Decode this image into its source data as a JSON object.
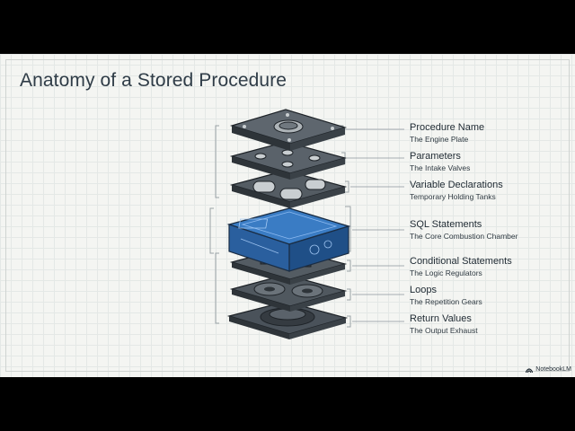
{
  "title": "Anatomy of a Stored Procedure",
  "components": [
    {
      "name": "Procedure Name",
      "sub": "The Engine Plate"
    },
    {
      "name": "Parameters",
      "sub": "The Intake Valves"
    },
    {
      "name": "Variable Declarations",
      "sub": "Temporary Holding Tanks"
    },
    {
      "name": "SQL Statements",
      "sub": "The Core Combustion Chamber"
    },
    {
      "name": "Conditional Statements",
      "sub": "The Logic Regulators"
    },
    {
      "name": "Loops",
      "sub": "The Repetition Gears"
    },
    {
      "name": "Return Values",
      "sub": "The Output Exhaust"
    }
  ],
  "branding": "NotebookLM",
  "colors": {
    "accent": "#2f6fb5",
    "dark": "#3b4249",
    "title": "#2f3c47"
  }
}
